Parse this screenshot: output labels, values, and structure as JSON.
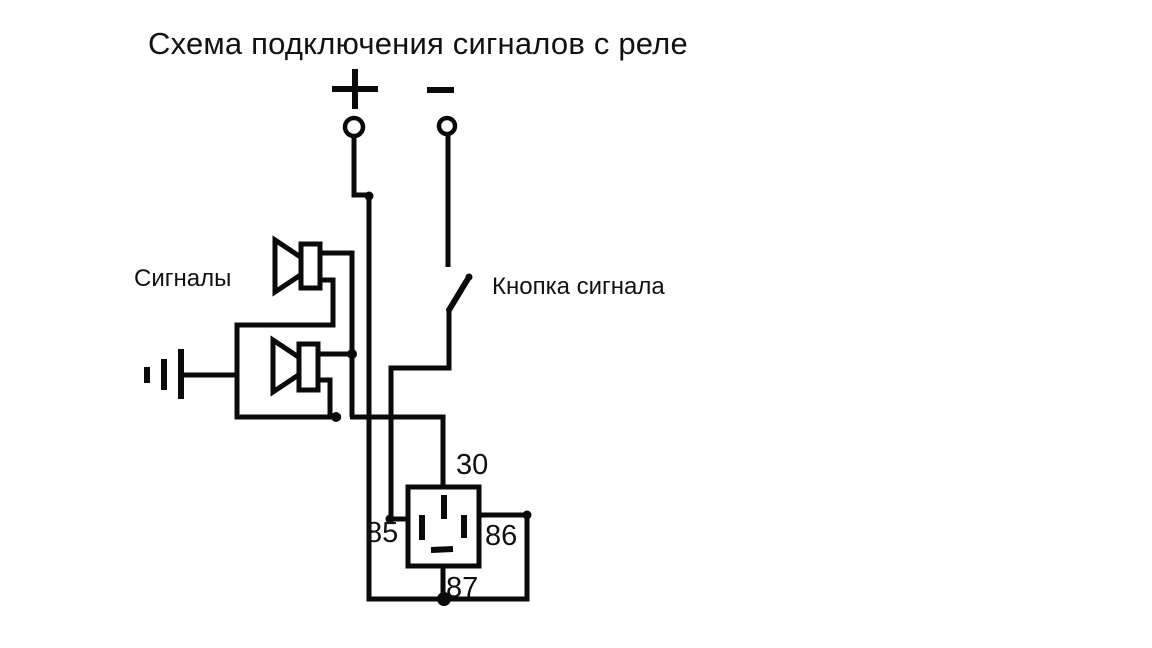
{
  "title": "Схема подключения сигналов с реле",
  "labels": {
    "horns": "Сигналы",
    "horn_button": "Кнопка сигнала"
  },
  "terminals": {
    "positive": "+",
    "negative": "−"
  },
  "relay": {
    "pins": [
      {
        "number": "30",
        "position": "top"
      },
      {
        "number": "85",
        "position": "left"
      },
      {
        "number": "86",
        "position": "right"
      },
      {
        "number": "87",
        "position": "bottom"
      }
    ]
  },
  "icons": {
    "plus_terminal": "plus-bars",
    "minus_terminal": "minus-bar",
    "terminal_socket": "open-circle",
    "ground": "chassis-ground-bars",
    "horn": "speaker-horn",
    "switch": "open-switch-blade",
    "relay": "square-socket-outline"
  },
  "colors": {
    "ink": "#0a0a0a",
    "background": "#ffffff"
  }
}
